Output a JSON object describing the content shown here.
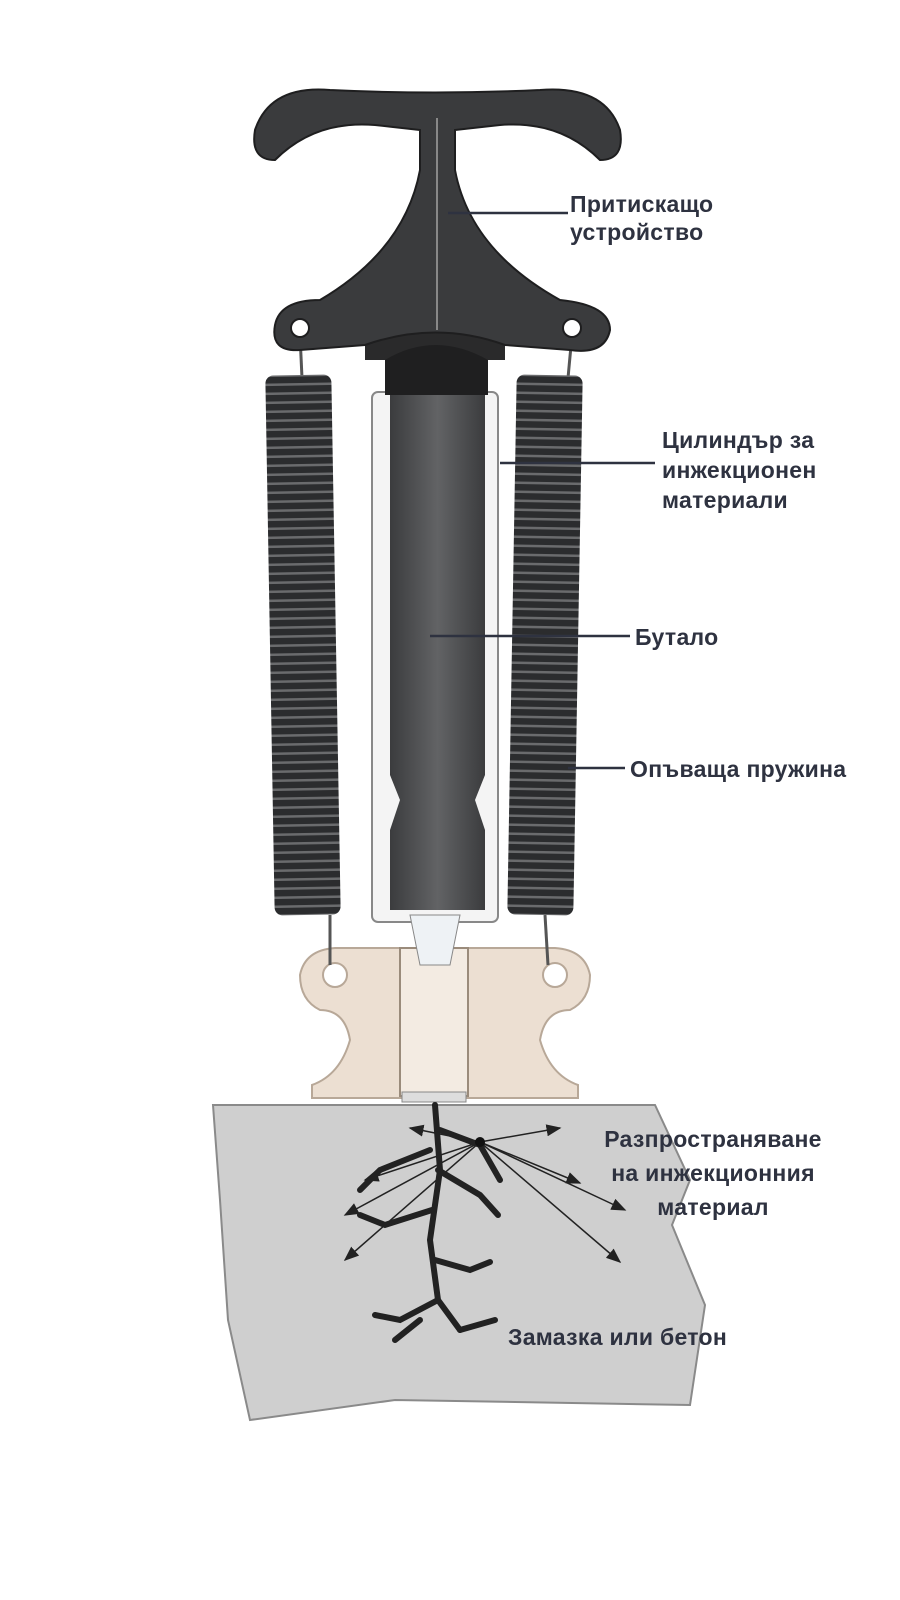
{
  "labels": {
    "pressing_device": [
      "Притискащо",
      "устройство"
    ],
    "cylinder": [
      "Цилиндър за",
      "инжекционен",
      "материали"
    ],
    "piston": "Бутало",
    "spring": "Опъваща пружина",
    "spread": [
      "Разпространяване",
      "на инжекционния",
      "материал"
    ],
    "substrate": "Замазка или бетон"
  },
  "colors": {
    "text": "#2e3240",
    "device": "#3a3b3d",
    "base": "#ecdfd2",
    "concrete": "#cfcfcf"
  }
}
